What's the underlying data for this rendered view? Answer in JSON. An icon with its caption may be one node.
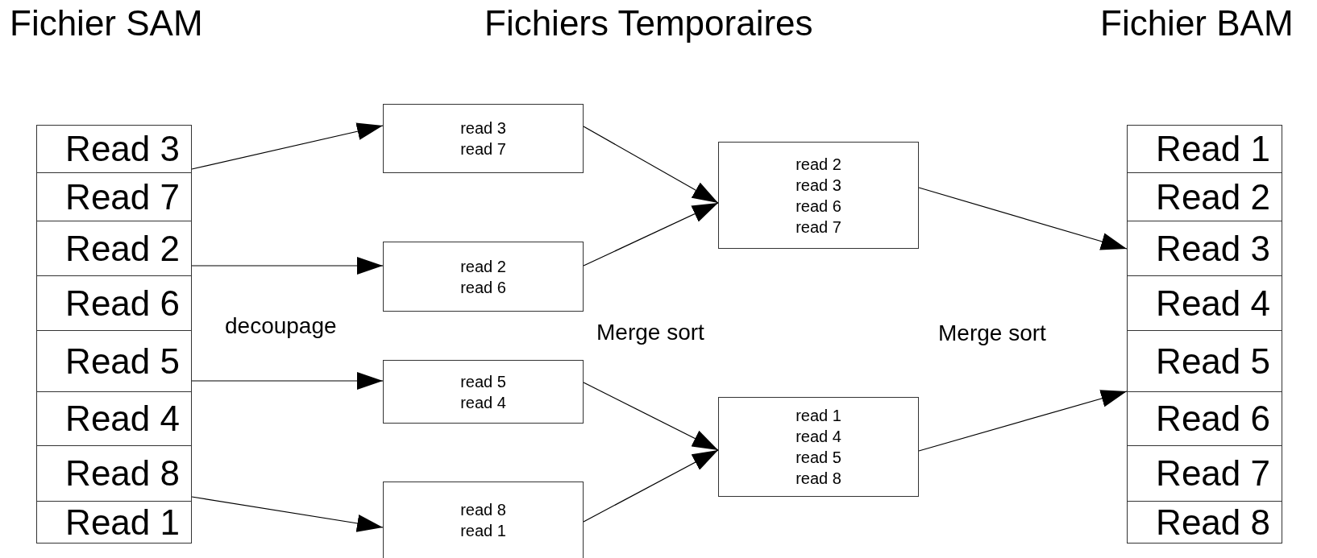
{
  "diagram": {
    "nodes": [
      {
        "text": [
          "Read 3"
        ]
      },
      {
        "text": [
          "Read 7"
        ]
      },
      {
        "text": [
          "Read 2"
        ]
      },
      {
        "text": [
          "Read 6"
        ]
      },
      {
        "text": [
          "Read 5"
        ]
      },
      {
        "text": [
          "Read 4"
        ]
      },
      {
        "text": [
          "Read 8"
        ]
      },
      {
        "text": [
          "Read 1"
        ]
      },
      {
        "text": [
          "read 3",
          "read 7"
        ]
      },
      {
        "text": [
          "read 2",
          "read 6"
        ]
      },
      {
        "text": [
          "read 5",
          "read 4"
        ]
      },
      {
        "text": [
          "read 8",
          "read 1"
        ]
      },
      {
        "text": [
          "read 2",
          "read 3",
          "read 6",
          "read 7"
        ]
      },
      {
        "text": [
          "read 1",
          "read 4",
          "read 5",
          "read 8"
        ]
      },
      {
        "text": [
          "Read 1"
        ]
      },
      {
        "text": [
          "Read 2"
        ]
      },
      {
        "text": [
          "Read 3"
        ]
      },
      {
        "text": [
          "Read 4"
        ]
      },
      {
        "text": [
          "Read 5"
        ]
      },
      {
        "text": [
          "Read 6"
        ]
      },
      {
        "text": [
          "Read 7"
        ]
      },
      {
        "text": [
          "Read 8"
        ]
      }
    ],
    "edges": [
      {
        "from": 0,
        "to": 8,
        "arrow": "to"
      },
      {
        "from": 2,
        "to": 9,
        "arrow": "to"
      },
      {
        "from": 4,
        "to": 10,
        "arrow": "to"
      },
      {
        "from": 6,
        "to": 11,
        "arrow": "to"
      },
      {
        "from": 8,
        "to": 12,
        "arrow": "to"
      },
      {
        "from": 9,
        "to": 12,
        "arrow": "to"
      },
      {
        "from": 10,
        "to": 13,
        "arrow": "to"
      },
      {
        "from": 11,
        "to": 13,
        "arrow": "to"
      },
      {
        "from": 12,
        "to": 16,
        "arrow": "to"
      },
      {
        "from": 13,
        "to": 19,
        "arrow": "to"
      }
    ],
    "labels": [
      "Fichier SAM",
      "Fichiers Temporaires",
      "Fichier BAM",
      "decoupage",
      "Merge sort",
      "Merge sort"
    ]
  }
}
